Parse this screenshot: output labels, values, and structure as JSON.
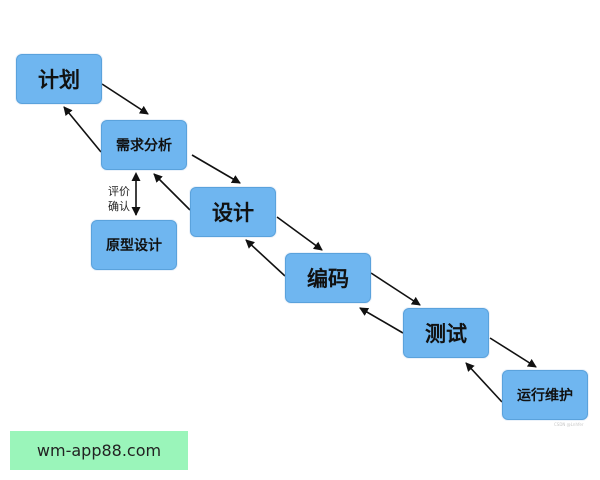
{
  "nodes": {
    "plan": "计划",
    "requirements": "需求分析",
    "prototype": "原型设计",
    "design": "设计",
    "coding": "编码",
    "testing": "测试",
    "operations": "运行维护"
  },
  "side_note": [
    "评价",
    "确认"
  ],
  "watermark_small": "CSDN @Lnhfer",
  "banner": "wm-app88.com",
  "colors": {
    "node_fill": "#6fb6f0",
    "node_border": "#5aa2dc",
    "arrow": "#111111",
    "banner_fill": "#9af5ba"
  }
}
